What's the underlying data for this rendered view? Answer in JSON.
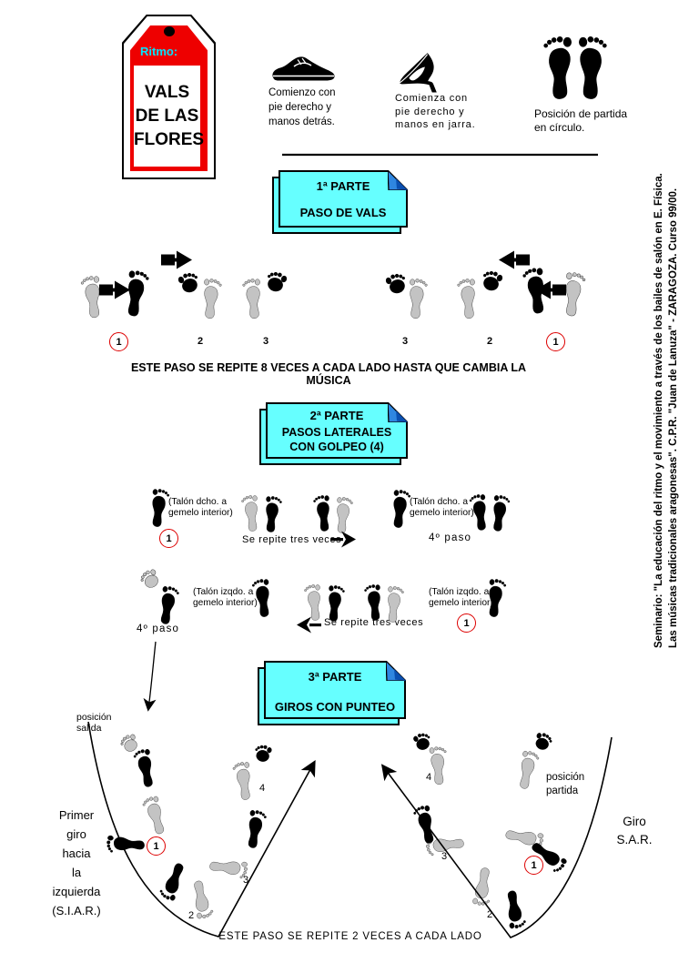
{
  "tag": {
    "label": "Ritmo:",
    "line1": "VALS",
    "line2": "DE LAS",
    "line3": "FLORES"
  },
  "header": {
    "shoe_caption": "Comienzo con\npie derecho y\nmanos detrás.",
    "heel_caption": "Comienza con\npie derecho y\nmanos en jarra.",
    "feet_caption": "Posición de partida\nen círculo."
  },
  "side_note": {
    "line1": "Seminario: \"La educación del ritmo y el movimiento a través de los bailes de salón en E. Física.",
    "line2": "Las músicas tradicionales aragonesas\". C.P.R. \"Juan de Lanuza\" - ZARAGOZA. Curso 99/00."
  },
  "part1": {
    "title": "1ª PARTE",
    "subtitle": "PASO DE VALS",
    "numbers": [
      "1",
      "2",
      "3",
      "3",
      "2",
      "1"
    ],
    "caption": "ESTE PASO SE REPITE 8 VECES  A CADA LADO HASTA QUE CAMBIA LA MÚSICA"
  },
  "part2": {
    "title": "2ª PARTE",
    "subtitle1": "PASOS LATERALES",
    "subtitle2": "CON GOLPEO (4)",
    "talon_dcho": "(Talón dcho. a\ngemelo interior)",
    "talon_izqdo": "(Talón izqdo. a\ngemelo interior)",
    "repite": "Se repite tres veces",
    "cuarto_paso": "4º paso",
    "uno": "1"
  },
  "part3": {
    "title": "3ª PARTE",
    "subtitle": "GIROS CON PUNTEO",
    "pos_salida": "posición\nsalida",
    "pos_partida": "posición\npartida",
    "left_turn": "Primer\ngiro\nhacia\nla\nizquierda\n(S.I.A.R.)",
    "right_turn": "Giro\nS.A.R.",
    "uno": "1",
    "n2": "2",
    "n3": "3",
    "n4": "4",
    "caption": "ESTE PASO  SE REPITE 2  VECES A CADA LADO"
  },
  "colors": {
    "note_bg": "#66ffff",
    "fold_blue": "#2f86e0",
    "circle_red": "#dd0000",
    "tag_red": "#ee0000",
    "ritmo_cyan": "#00e5ff"
  }
}
